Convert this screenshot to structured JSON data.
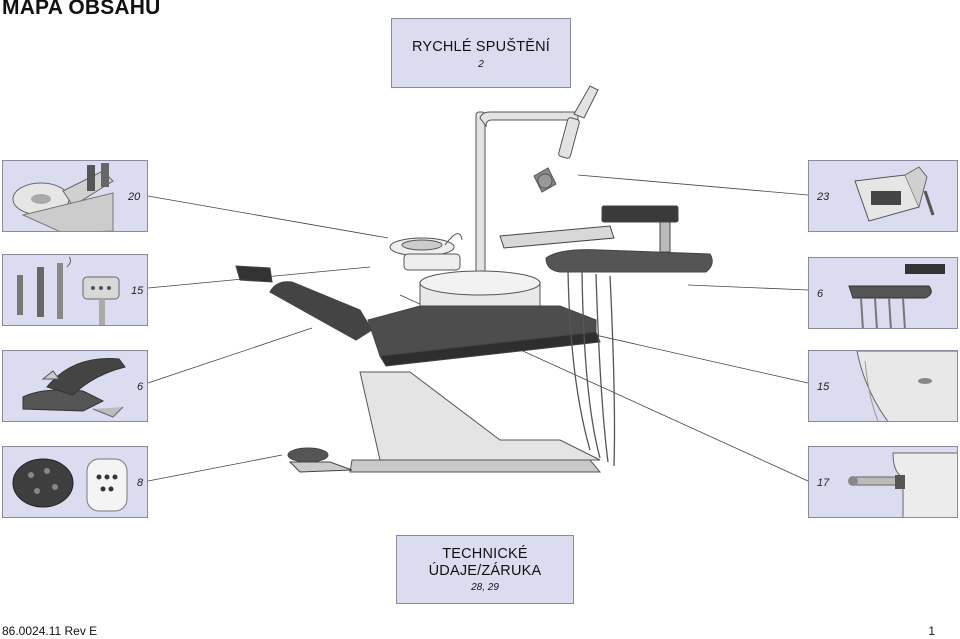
{
  "page_title": "MAPA OBSAHU",
  "quick_start": {
    "title": "RYCHLÉ SPUŠTĚNÍ",
    "page": "2"
  },
  "tech_data": {
    "title_line1": "TECHNICKÉ",
    "title_line2": "ÚDAJE/ZÁRUKA",
    "page": "28, 29"
  },
  "callouts": {
    "left": [
      {
        "page": "20",
        "icon": "cuspidor-icon"
      },
      {
        "page": "15",
        "icon": "assistant-instruments-icon"
      },
      {
        "page": "6",
        "icon": "chair-icon"
      },
      {
        "page": "8",
        "icon": "foot-control-icon"
      }
    ],
    "right": [
      {
        "page": "23",
        "icon": "dental-light-icon"
      },
      {
        "page": "6",
        "icon": "delivery-unit-icon"
      },
      {
        "page": "15",
        "icon": "support-center-icon"
      },
      {
        "page": "17",
        "icon": "water-bottle-icon"
      }
    ]
  },
  "footer": {
    "doc_code": "86.0024.11 Rev E",
    "page_number": "1"
  },
  "colors": {
    "box_fill": "#dcdcf0",
    "box_border": "#8a8a9e",
    "leader_line": "#444444"
  }
}
